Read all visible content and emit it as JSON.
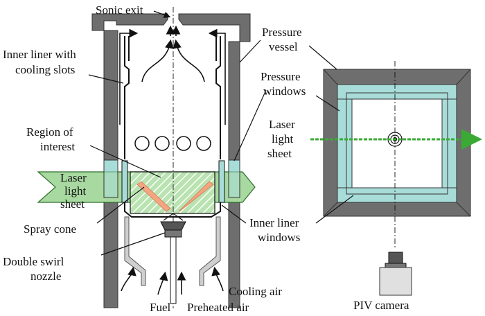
{
  "labels": {
    "sonic_exit": "Sonic exit",
    "inner_liner_1": "Inner liner with",
    "inner_liner_2": "cooling slots",
    "pressure_vessel_1": "Pressure",
    "pressure_vessel_2": "vessel",
    "pressure_windows_1": "Pressure",
    "pressure_windows_2": "windows",
    "region_1": "Region of",
    "region_2": "interest",
    "laser_left_1": "Laser",
    "laser_left_2": "light",
    "laser_left_3": "sheet",
    "laser_right_1": "Laser",
    "laser_right_2": "light",
    "laser_right_3": "sheet",
    "spray_cone": "Spray cone",
    "inner_liner_windows_1": "Inner liner",
    "inner_liner_windows_2": "windows",
    "double_swirl_1": "Double swirl",
    "double_swirl_2": "nozzle",
    "fuel": "Fuel",
    "preheated_air": "Preheated air",
    "cooling_air": "Cooling air",
    "piv_camera": "PIV camera"
  },
  "colors": {
    "vessel": "#6e6e6e",
    "window": "#a8dcd9",
    "laser": "#a8d9a0",
    "laser_line": "#3aaa35",
    "spray": "#f4a582",
    "line": "#111111"
  }
}
